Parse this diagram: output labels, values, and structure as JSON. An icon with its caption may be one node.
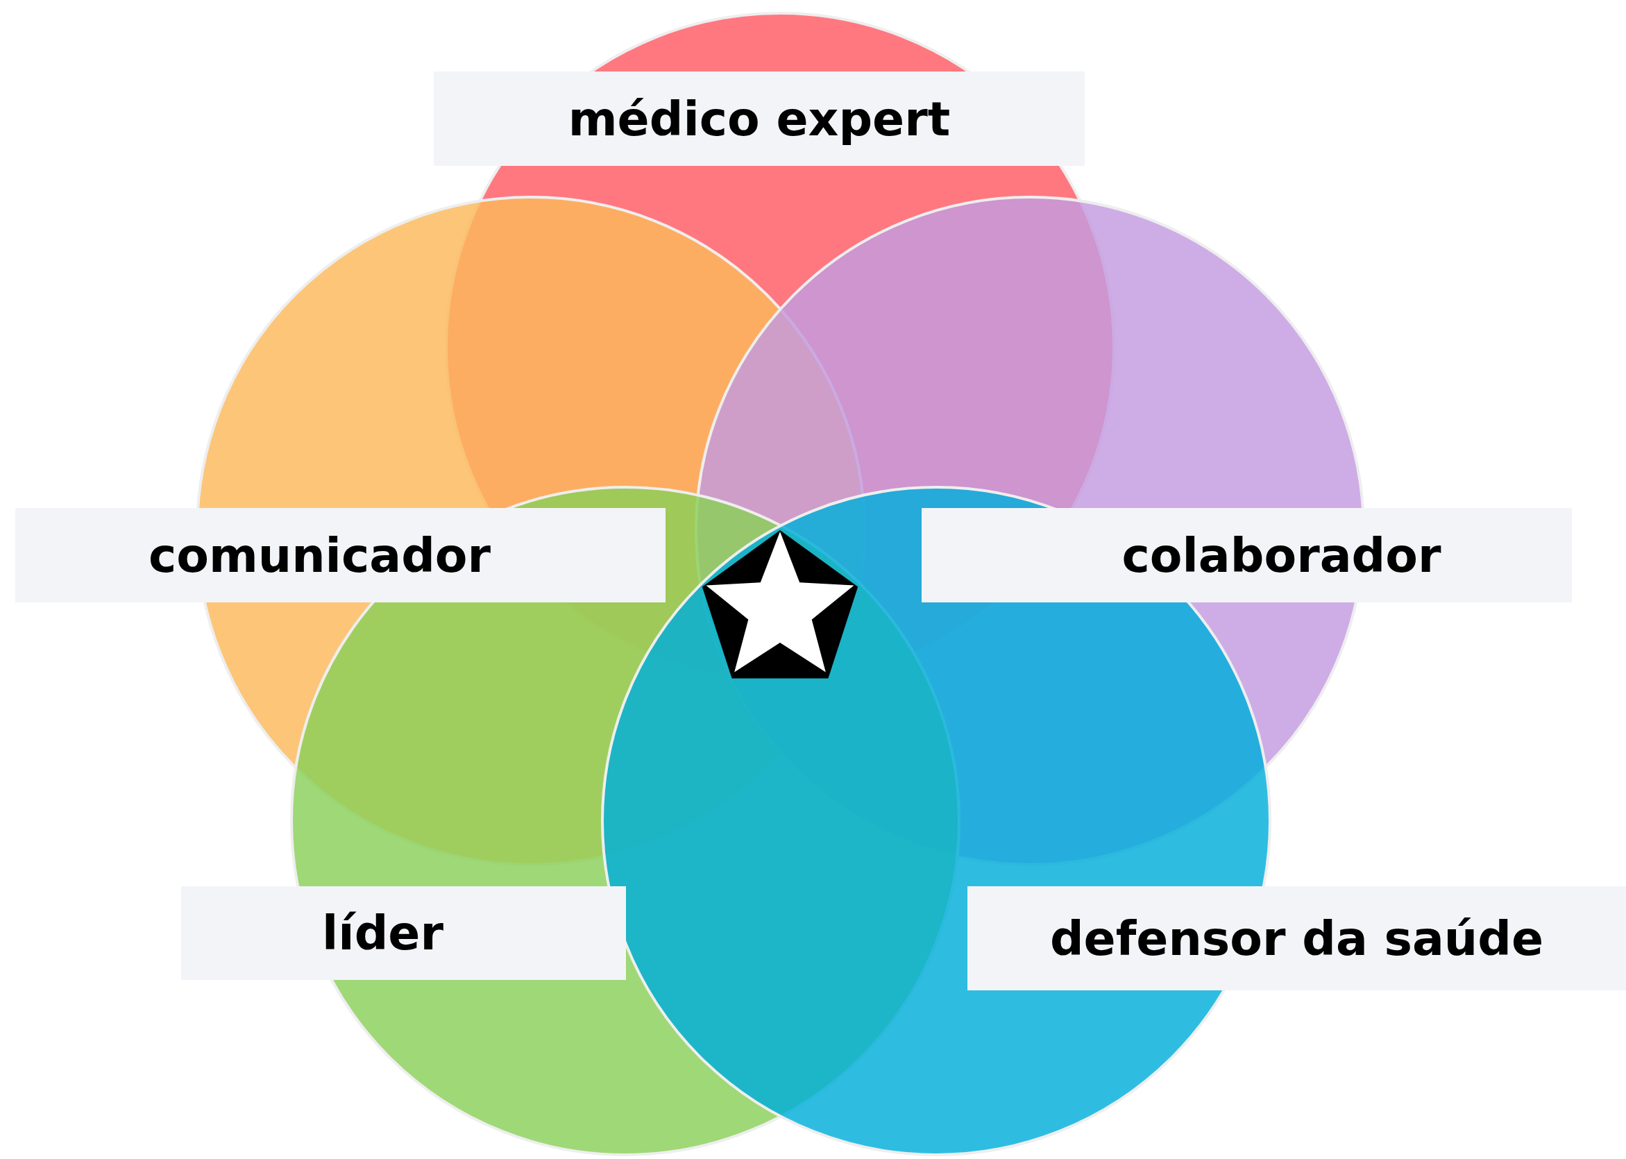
{
  "diagram": {
    "nodes": [
      {
        "text": [
          "médico expert"
        ]
      },
      {
        "text": [
          "comunicador"
        ]
      },
      {
        "text": [
          "colaborador"
        ]
      },
      {
        "text": [
          "líder"
        ]
      },
      {
        "text": [
          "defensor da saúde"
        ]
      }
    ]
  }
}
